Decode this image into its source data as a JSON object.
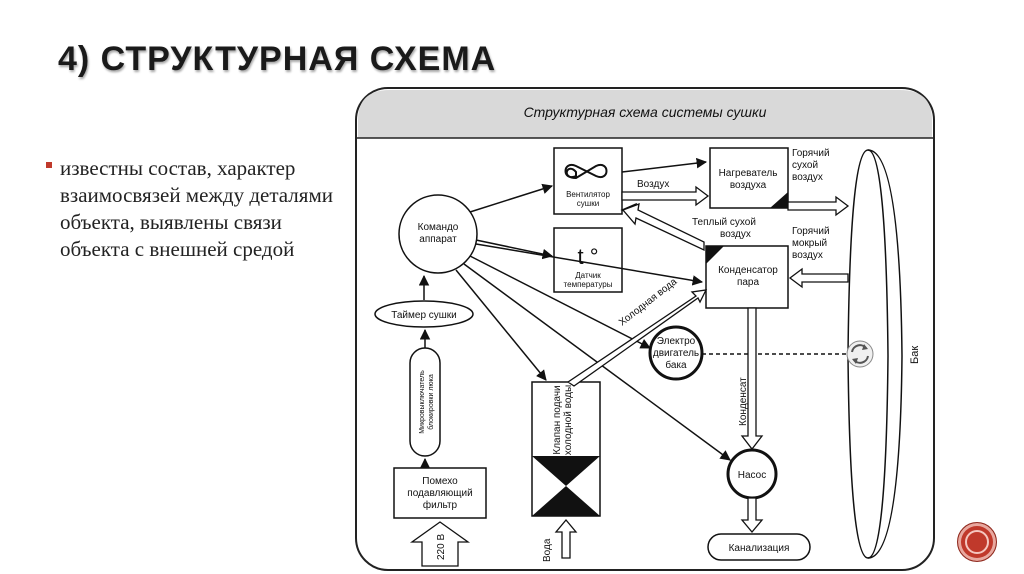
{
  "slide": {
    "title": "4) СТРУКТУРНАЯ СХЕМА",
    "bullet": "известны состав, характер взаимосвязей  между деталями объекта, выявлены связи объекта с внешней средой"
  },
  "diagram": {
    "header": "Структурная схема системы сушки",
    "nodes": {
      "fan_title": "Вентилятор",
      "fan_sub": "сушки",
      "sensor_symbol": "t °",
      "sensor_line1": "Датчик",
      "sensor_line2": "температуры",
      "heater_line1": "Нагреватель",
      "heater_line2": "воздуха",
      "condenser_line1": "Конденсатор",
      "condenser_line2": "пара",
      "command_line1": "Командо",
      "command_line2": "аппарат",
      "timer": "Таймер сушки",
      "microswitch_line1": "Микровыключатель",
      "microswitch_line2": "блокировки люка",
      "filter_line1": "Помехо",
      "filter_line2": "подавляющий",
      "filter_line3": "фильтр",
      "valve_line1": "Клапан подачи",
      "valve_line2": "холодной воды",
      "motor_line1": "Электро",
      "motor_line2": "двигатель",
      "motor_line3": "бака",
      "pump": "Насос",
      "sewer": "Канализация",
      "drum": "Бак"
    },
    "labels": {
      "air": "Воздух",
      "hot_dry_1": "Горячий",
      "hot_dry_2": "сухой",
      "hot_dry_3": "воздух",
      "warm_dry_1": "Теплый сухой",
      "warm_dry_2": "воздух",
      "hot_wet_1": "Горячий",
      "hot_wet_2": "мокрый",
      "hot_wet_3": "воздух",
      "cold_water": "Холодная вода",
      "condensate": "Конденсат",
      "water": "Вода",
      "voltage": "220 В"
    }
  },
  "colors": {
    "accent": "#c0392b",
    "header_bg": "#d9d9d9"
  }
}
